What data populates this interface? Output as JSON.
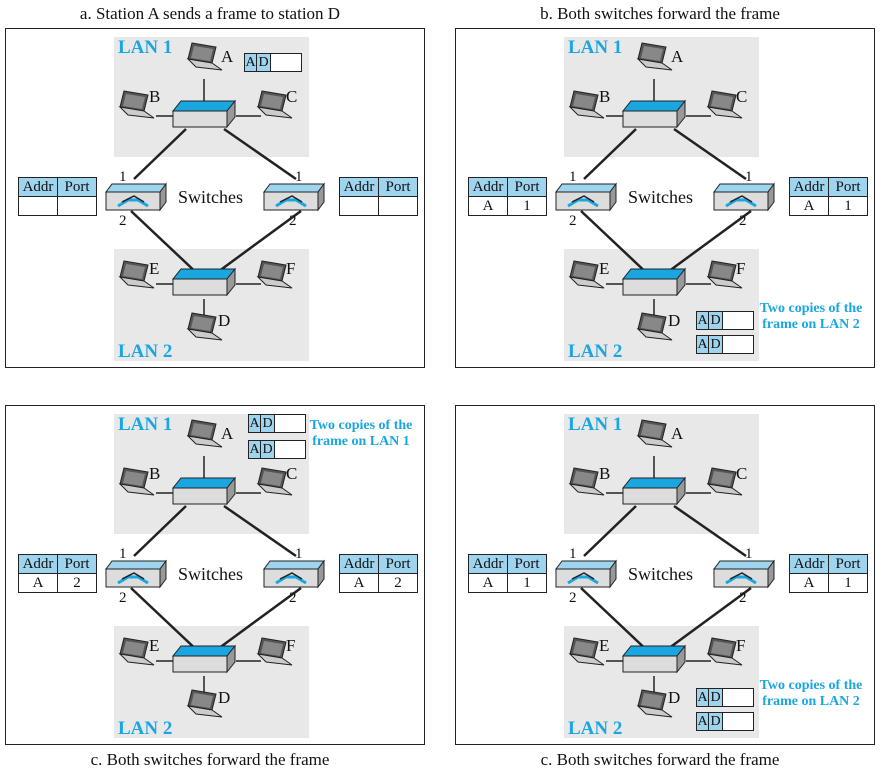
{
  "panels": [
    {
      "caption": "a. Station A sends a frame to station D",
      "lan1": "LAN 1",
      "lan2": "LAN 2",
      "switches": "Switches",
      "left_table": {
        "addr": "Addr",
        "port": "Port",
        "row_addr": "",
        "row_port": ""
      },
      "right_table": {
        "addr": "Addr",
        "port": "Port",
        "row_addr": "",
        "row_port": ""
      },
      "frame": {
        "src": "A",
        "dst": "D"
      },
      "note": ""
    },
    {
      "caption": "b. Both switches forward the frame",
      "lan1": "LAN 1",
      "lan2": "LAN 2",
      "switches": "Switches",
      "left_table": {
        "addr": "Addr",
        "port": "Port",
        "row_addr": "A",
        "row_port": "1"
      },
      "right_table": {
        "addr": "Addr",
        "port": "Port",
        "row_addr": "A",
        "row_port": "1"
      },
      "frame": {
        "src": "A",
        "dst": "D"
      },
      "note": "Two copies of the frame on LAN 2"
    },
    {
      "caption": "c. Both switches forward the frame",
      "lan1": "LAN 1",
      "lan2": "LAN 2",
      "switches": "Switches",
      "left_table": {
        "addr": "Addr",
        "port": "Port",
        "row_addr": "A",
        "row_port": "2"
      },
      "right_table": {
        "addr": "Addr",
        "port": "Port",
        "row_addr": "A",
        "row_port": "2"
      },
      "frame": {
        "src": "A",
        "dst": "D"
      },
      "note": "Two copies of the frame on LAN 1"
    },
    {
      "caption": "c. Both switches forward the frame",
      "lan1": "LAN 1",
      "lan2": "LAN 2",
      "switches": "Switches",
      "left_table": {
        "addr": "Addr",
        "port": "Port",
        "row_addr": "A",
        "row_port": "1"
      },
      "right_table": {
        "addr": "Addr",
        "port": "Port",
        "row_addr": "A",
        "row_port": "1"
      },
      "frame": {
        "src": "A",
        "dst": "D"
      },
      "note": "Two copies of the frame on LAN 2"
    }
  ],
  "stations": {
    "a": "A",
    "b": "B",
    "c": "C",
    "d": "D",
    "e": "E",
    "f": "F"
  },
  "ports": {
    "one": "1",
    "two": "2"
  },
  "colors": {
    "accent": "#1aa6e0",
    "table_header": "#9fd4ef",
    "lan_bg": "#e8e8e8"
  }
}
